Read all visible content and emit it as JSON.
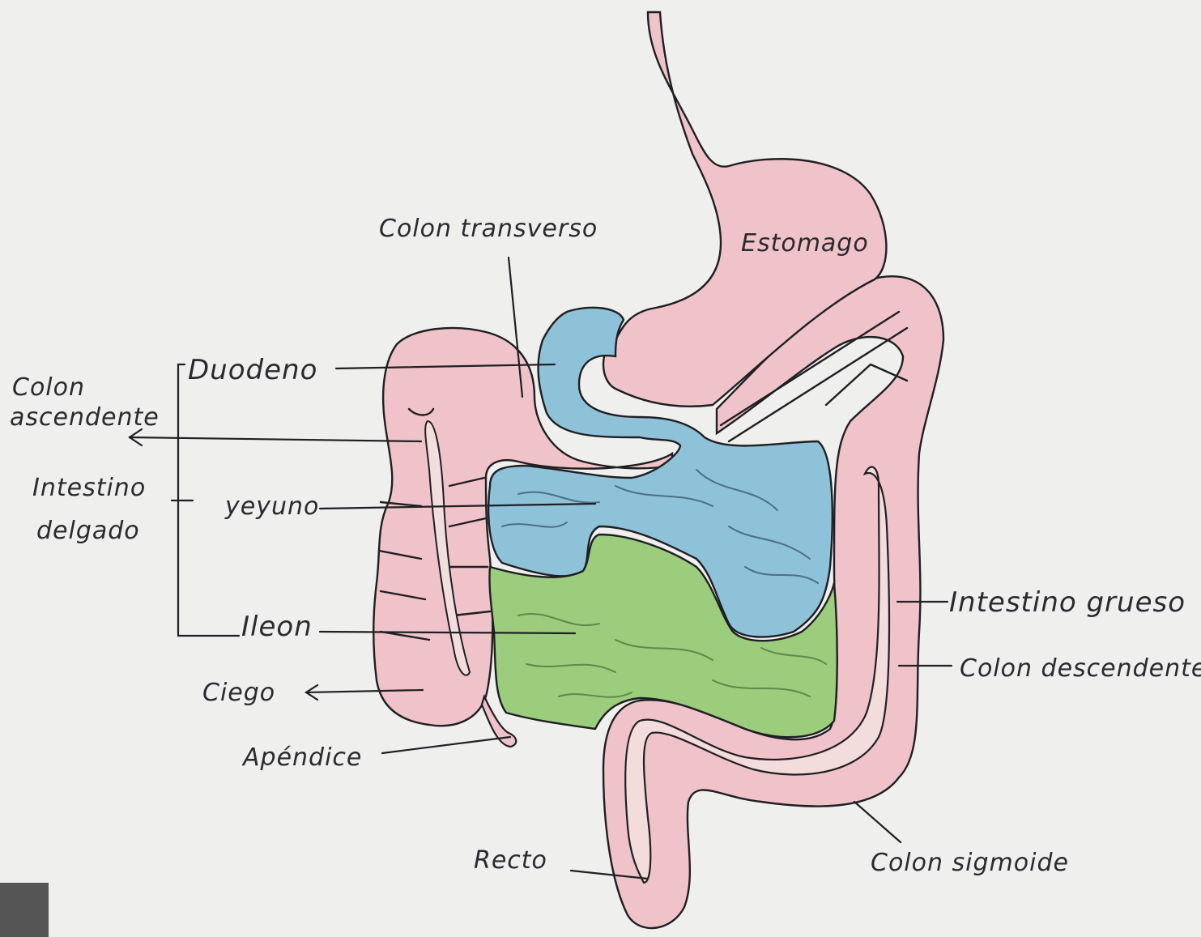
{
  "colors": {
    "paper": "#eeeeec",
    "pink": "#efc6cc",
    "blue": "#8fc4da",
    "green": "#97cc7a",
    "ink": "#1f1f24"
  },
  "labels": {
    "colon_transverso": "Colon transverso",
    "estomago": "Estomago",
    "duodeno": "Duodeno",
    "colon_ascendente_1": "Colon",
    "colon_ascendente_2": "ascendente",
    "intestino_delgado_1": "Intestino",
    "intestino_delgado_2": "delgado",
    "yeyuno": "yeyuno",
    "ileon": "Ileon",
    "ciego": "Ciego",
    "apendice": "Apéndice",
    "recto": "Recto",
    "intestino_grueso": "Intestino grueso",
    "colon_descendente": "Colon descendente",
    "colon_sigmoide": "Colon sigmoide"
  }
}
